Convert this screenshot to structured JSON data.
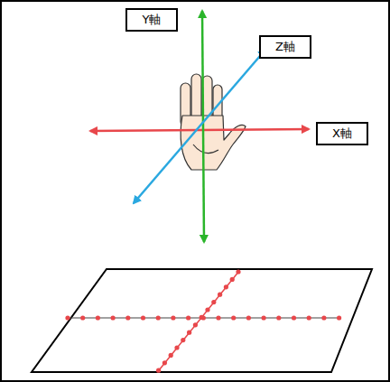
{
  "diagram": {
    "nodes": [
      {
        "text": [
          "Y軸"
        ]
      },
      {
        "text": [
          "Z軸"
        ]
      },
      {
        "text": [
          "X軸"
        ]
      }
    ]
  }
}
